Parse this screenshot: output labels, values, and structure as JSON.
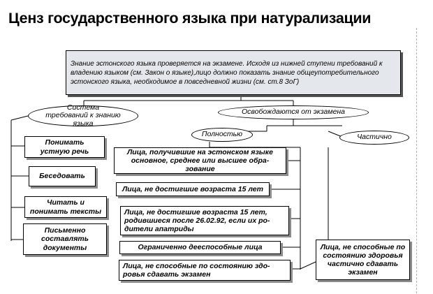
{
  "title": "Ценз государственного языка при натурализации",
  "top_box": "Знание эстонского языка проверяется на экзамене. Исходя из нижней ступени требований к владению языком (см. Закон о языке),лицо должно  показать знание общеупотребительного эстонского языка, необходимое в  повседневной жизни (см. ст.8 ЗоГ)",
  "requirements": {
    "header": "Система требований к знанию языка",
    "items": [
      "Понимать устную речь",
      "Беседовать",
      "Читать и понимать тексты",
      "Письменно составлять документы"
    ]
  },
  "exemptions": {
    "header": "Освобождаются  от экзамена",
    "full_label": "Полностью",
    "partial_label": "Частично",
    "full_items": [
      "Лица, получившие на эстонском языке основное, среднее или высшее обра-зование",
      "Лица, не достигшие возраста 15 лет",
      "Лица, не достигшие возраста 15 лет, родившиеся после 26.02.92, если их ро-дители апатриды",
      "Ограниченно дееспособные лица",
      "Лица, не способные по состоянию здо-ровья сдавать экзамен"
    ],
    "partial_items": [
      "Лица, не способные по состоянию здоровья частично сдавать экзамен"
    ]
  }
}
